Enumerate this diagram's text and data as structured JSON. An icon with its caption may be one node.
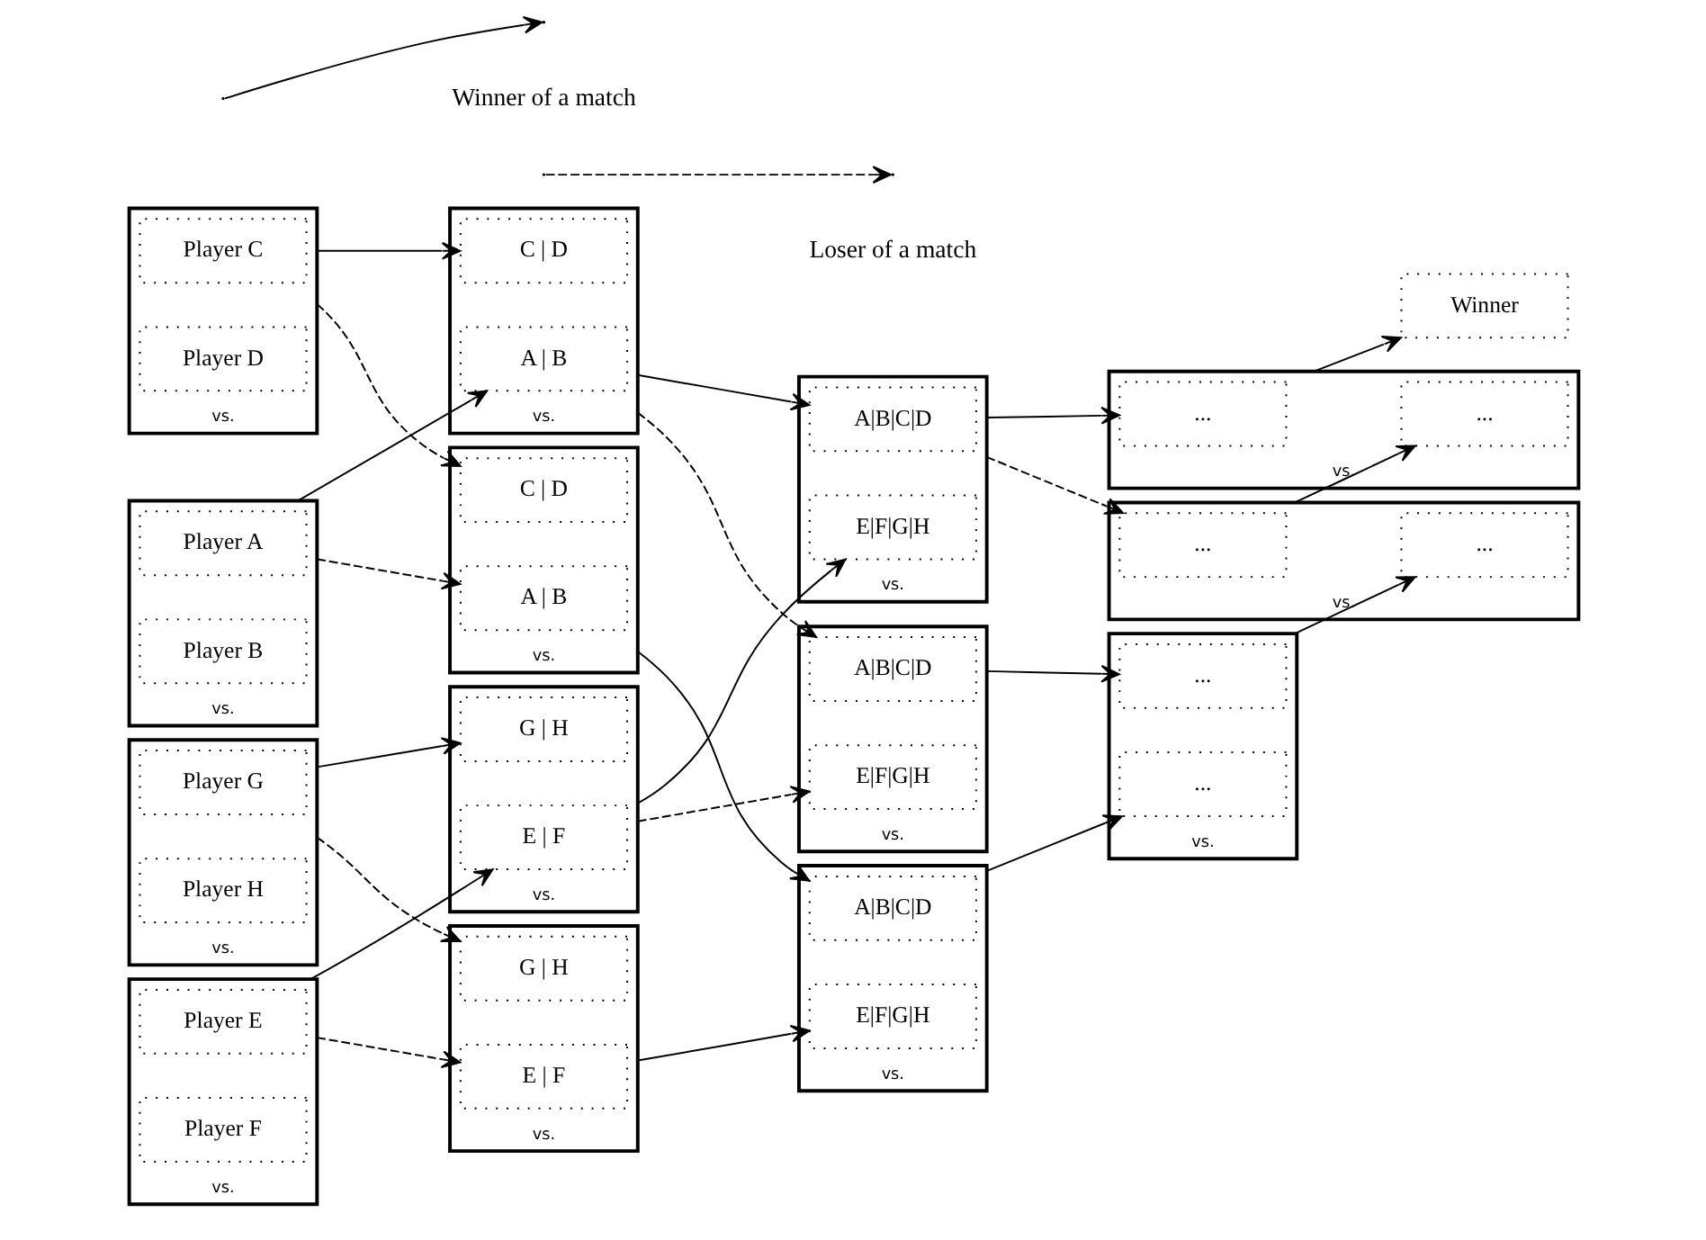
{
  "diagram": {
    "nodes": [
      {
        "text": [
          "vs."
        ]
      },
      {
        "text": [
          "Player A"
        ],
        "in": 0
      },
      {
        "text": [
          "Player B"
        ],
        "in": 0
      },
      {
        "text": [
          "vs."
        ]
      },
      {
        "text": [
          "Player C"
        ],
        "in": 3
      },
      {
        "text": [
          "Player D"
        ],
        "in": 3
      },
      {
        "text": [
          "vs."
        ]
      },
      {
        "text": [
          "Player E"
        ],
        "in": 6
      },
      {
        "text": [
          "Player F"
        ],
        "in": 6
      },
      {
        "text": [
          "vs."
        ]
      },
      {
        "text": [
          "Player G"
        ],
        "in": 9
      },
      {
        "text": [
          "Player H"
        ],
        "in": 9
      },
      {
        "text": [
          "vs."
        ]
      },
      {
        "text": [
          "A | B"
        ],
        "in": 12
      },
      {
        "text": [
          "C | D"
        ],
        "in": 12
      },
      {
        "text": [
          "vs."
        ]
      },
      {
        "text": [
          "E | F"
        ],
        "in": 15
      },
      {
        "text": [
          "G | H"
        ],
        "in": 15
      },
      {
        "text": [
          "vs."
        ]
      },
      {
        "text": [
          "A|B|C|D"
        ],
        "in": 18
      },
      {
        "text": [
          "E|F|G|H"
        ],
        "in": 18
      },
      {
        "text": [
          "vs."
        ]
      },
      {
        "text": [
          "..."
        ],
        "in": 21
      },
      {
        "text": [
          "..."
        ],
        "in": 21
      },
      {
        "text": [
          "Winner"
        ]
      },
      {
        "text": [
          "vs."
        ]
      },
      {
        "text": [
          "A | B"
        ],
        "in": 25
      },
      {
        "text": [
          "C | D"
        ],
        "in": 25
      },
      {
        "text": [
          "vs."
        ]
      },
      {
        "text": [
          "A|B|C|D"
        ],
        "in": 28
      },
      {
        "text": [
          "E|F|G|H"
        ],
        "in": 28
      },
      {
        "text": [
          "vs."
        ]
      },
      {
        "text": [
          "E | F"
        ],
        "in": 31
      },
      {
        "text": [
          "G | H"
        ],
        "in": 31
      },
      {
        "text": [
          "vs."
        ]
      },
      {
        "text": [
          "A|B|C|D"
        ],
        "in": 34
      },
      {
        "text": [
          "E|F|G|H"
        ],
        "in": 34
      },
      {
        "text": [
          "vs."
        ]
      },
      {
        "text": [
          "..."
        ],
        "in": 37
      },
      {
        "text": [
          "..."
        ],
        "in": 37
      },
      {
        "text": [
          "vs."
        ]
      },
      {
        "text": [
          "..."
        ],
        "in": 40
      },
      {
        "text": [
          "..."
        ],
        "in": 40
      }
    ],
    "edges": [
      {
        "from": 0,
        "to": 13,
        "arrow": "to"
      },
      {
        "from": 3,
        "to": 14,
        "arrow": "to"
      },
      {
        "from": 6,
        "to": 16,
        "arrow": "to"
      },
      {
        "from": 9,
        "to": 17,
        "arrow": "to"
      },
      {
        "from": 0,
        "to": 26,
        "arrow": "to",
        "style": "dashed"
      },
      {
        "from": 3,
        "to": 27,
        "arrow": "to",
        "style": "dashed"
      },
      {
        "from": 6,
        "to": 32,
        "arrow": "to",
        "style": "dashed"
      },
      {
        "from": 9,
        "to": 33,
        "arrow": "to",
        "style": "dashed"
      },
      {
        "from": 12,
        "to": 19,
        "arrow": "to"
      },
      {
        "from": 15,
        "to": 20,
        "arrow": "to"
      },
      {
        "from": 12,
        "to": 29,
        "arrow": "to",
        "style": "dashed"
      },
      {
        "from": 15,
        "to": 30,
        "arrow": "to",
        "style": "dashed"
      },
      {
        "from": 18,
        "to": 22,
        "arrow": "to"
      },
      {
        "from": 18,
        "to": 41,
        "arrow": "to",
        "style": "dashed"
      },
      {
        "from": 25,
        "to": 35,
        "arrow": "to"
      },
      {
        "from": 31,
        "to": 36,
        "arrow": "to"
      },
      {
        "from": 28,
        "to": 38,
        "arrow": "to"
      },
      {
        "from": 34,
        "to": 39,
        "arrow": "to"
      },
      {
        "from": 37,
        "to": 42,
        "arrow": "to"
      },
      {
        "from": 40,
        "to": 23,
        "arrow": "to"
      },
      {
        "from": 21,
        "to": 24,
        "arrow": "to"
      }
    ],
    "legend": [
      {
        "text": "Winner of a match"
      },
      {
        "text": "Loser of a match"
      }
    ]
  }
}
